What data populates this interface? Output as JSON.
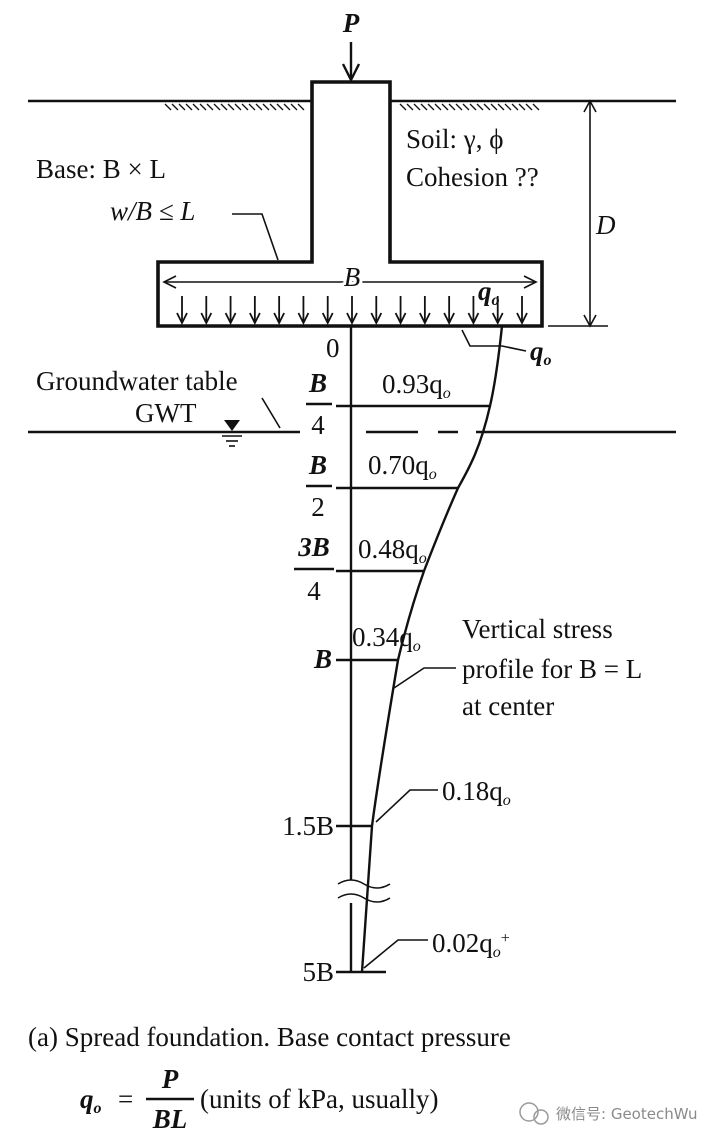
{
  "load": {
    "symbol": "P"
  },
  "soil": {
    "line1": "Soil: γ, ϕ",
    "line2": "Cohesion ??"
  },
  "base": {
    "line1": "Base: B × L",
    "line2": "w/B ≤ L"
  },
  "dims": {
    "depth": "D",
    "width": "B",
    "pressure": "q",
    "pressure_sub": "o"
  },
  "gwt": {
    "label": "Groundwater table",
    "abbr": "GWT"
  },
  "depths": {
    "zero": "0",
    "b4_num": "B",
    "b4_den": "4",
    "b2_num": "B",
    "b2_den": "2",
    "b34_num": "3B",
    "b34_den": "4",
    "b1": "B",
    "b15": "1.5B",
    "b5": "5B"
  },
  "stresses": {
    "q0": "q",
    "s093": "0.93q",
    "s070": "0.70q",
    "s048": "0.48q",
    "s034": "0.34q",
    "s018": "0.18q",
    "s002": "0.02q",
    "sub": "o",
    "sup": "+"
  },
  "profile_label": {
    "line1": "Vertical stress",
    "line2": "profile for B = L",
    "line3": "at center"
  },
  "caption": {
    "tag": "(a)",
    "text": "Spread foundation. Base contact pressure",
    "eq_lhs": "q",
    "eq_sub": "o",
    "eq_eq": "=",
    "num": "P",
    "den": "BL",
    "units": "(units of kPa, usually)"
  },
  "watermark": "微信号: GeotechWu"
}
